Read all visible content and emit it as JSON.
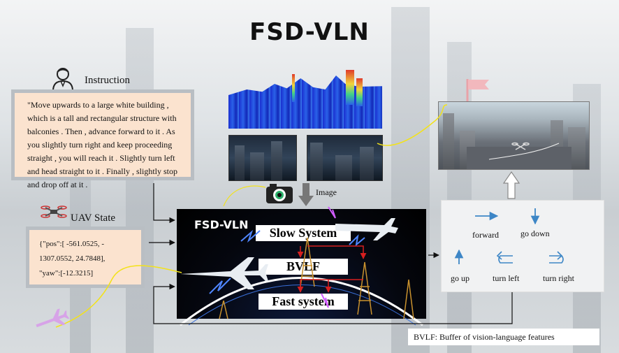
{
  "title": "FSD-VLN",
  "instruction": {
    "label": "Instruction",
    "text": "\"Move upwards to a large white building , which is a tall and rectangular structure with balconies . Then , advance forward to it . As you slightly turn right and keep proceeding straight , you will reach it . Slightly turn left and head straight to it . Finally , slightly stop and drop off at it ."
  },
  "uav_state": {
    "label": "UAV State",
    "lines": [
      "{\"pos\":[ -561.0525, -",
      "1307.0552, 24.7848],",
      "\"yaw\":[-12.3215]"
    ]
  },
  "image_label": "Image",
  "core": {
    "title": "FSD-VLN",
    "slow": "Slow System",
    "bvlf": "BVLF",
    "fast": "Fast system"
  },
  "actions": {
    "forward": "forward",
    "go_down": "go down",
    "go_up": "go up",
    "turn_left": "turn left",
    "turn_right": "turn right"
  },
  "legend": "BVLF: Buffer of vision-language features",
  "colors": {
    "instruction_bg": "#fbe3cf",
    "action_arrow": "#3d86c6",
    "trajectory": "#f3e21a",
    "bvlf_arrow": "#d61f1f"
  }
}
